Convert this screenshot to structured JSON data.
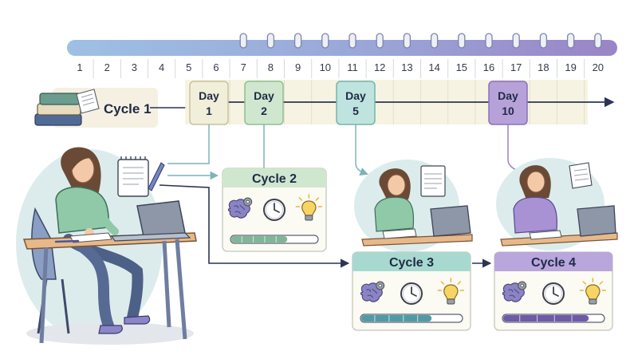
{
  "timeline": {
    "ticks": [
      "1",
      "2",
      "3",
      "4",
      "5",
      "6",
      "7",
      "8",
      "9",
      "10",
      "11",
      "12",
      "13",
      "14",
      "15",
      "16",
      "17",
      "18",
      "19",
      "20"
    ]
  },
  "cycle1": {
    "label": "Cycle 1"
  },
  "day_markers": [
    {
      "line1": "Day",
      "line2": "1",
      "color": "#f1eed9",
      "stroke": "#c9c39a"
    },
    {
      "line1": "Day",
      "line2": "2",
      "color": "#cfe7cf",
      "stroke": "#8fbf8f"
    },
    {
      "line1": "Day",
      "line2": "5",
      "color": "#bfe3df",
      "stroke": "#74b6ad"
    },
    {
      "line1": "Day",
      "line2": "10",
      "color": "#b6a2d9",
      "stroke": "#8a70bd"
    }
  ],
  "cycles": [
    {
      "label": "Cycle 2",
      "header": "#cfe6cf",
      "fill": "#7fb69a",
      "progress": 0.65
    },
    {
      "label": "Cycle 3",
      "header": "#a8d9d1",
      "fill": "#4f9aa6",
      "progress": 0.7
    },
    {
      "label": "Cycle 4",
      "header": "#b9a6dc",
      "fill": "#6f5aa8",
      "progress": 0.85
    }
  ],
  "icons": [
    "brain-gear-icon",
    "clock-icon",
    "lightbulb-icon"
  ],
  "colors": {
    "arrow": "#2c3454",
    "timeline_start": "#8fb0dc",
    "timeline_end": "#9a84c6"
  }
}
